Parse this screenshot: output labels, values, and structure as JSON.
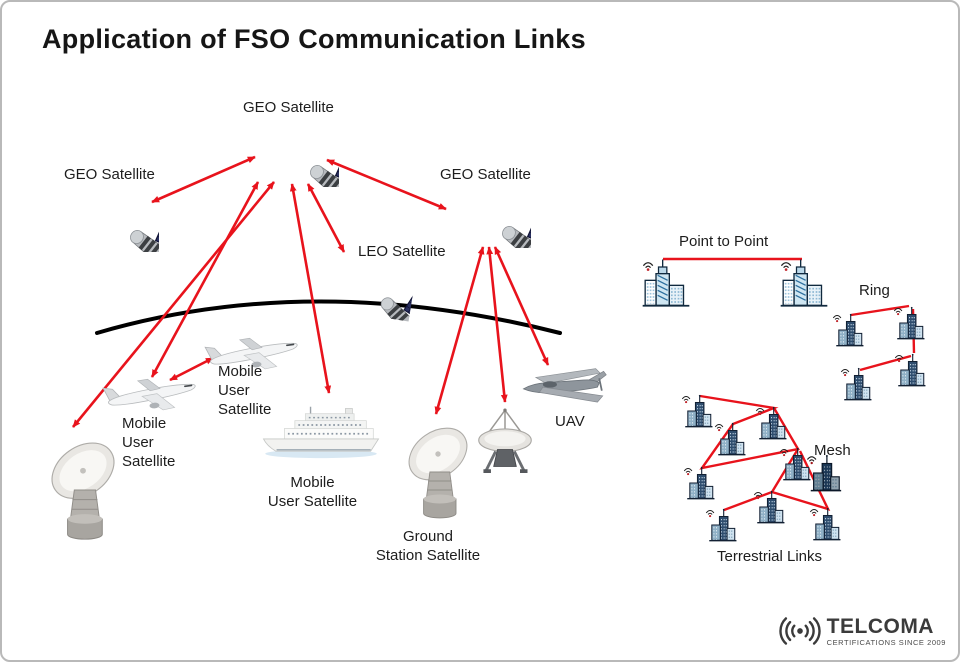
{
  "title": "Application of FSO Communication Links",
  "colors": {
    "arrow_red": "#e8131c",
    "horizon_black": "#000000",
    "text": "#1d1d1d"
  },
  "labels": {
    "geo_top": "GEO Satellite",
    "geo_left": "GEO Satellite",
    "geo_right": "GEO Satellite",
    "leo": "LEO Satellite",
    "point_to_point": "Point to Point",
    "ring": "Ring",
    "mesh": "Mesh",
    "uav": "UAV",
    "terrestrial": "Terrestrial Links",
    "ground_station": {
      "lines": [
        "Ground",
        "Station Satellite"
      ]
    },
    "mobile_plane_left": {
      "lines": [
        "Mobile",
        "User",
        "Satellite"
      ]
    },
    "mobile_plane_right": {
      "lines": [
        "Mobile",
        "User",
        "Satellite"
      ]
    },
    "mobile_ship": {
      "lines": [
        "Mobile",
        "User Satellite"
      ]
    }
  },
  "logo": {
    "brand": "TELCOMA",
    "tagline": "CERTIFICATIONS SINCE 2009"
  }
}
